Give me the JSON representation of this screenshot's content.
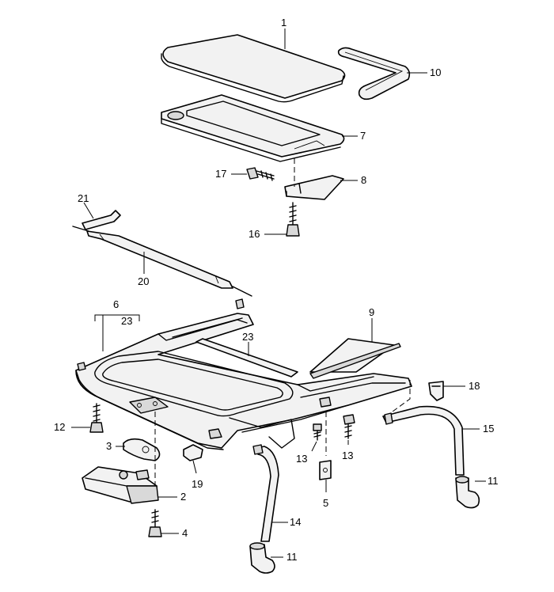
{
  "diagram": {
    "callouts": [
      {
        "id": "c1",
        "text": "1"
      },
      {
        "id": "c10",
        "text": "10"
      },
      {
        "id": "c7",
        "text": "7"
      },
      {
        "id": "c17",
        "text": "17"
      },
      {
        "id": "c8",
        "text": "8"
      },
      {
        "id": "c21",
        "text": "21"
      },
      {
        "id": "c16",
        "text": "16"
      },
      {
        "id": "c20",
        "text": "20"
      },
      {
        "id": "c6",
        "text": "6"
      },
      {
        "id": "c23a",
        "text": "23"
      },
      {
        "id": "c9",
        "text": "9"
      },
      {
        "id": "c23b",
        "text": "23"
      },
      {
        "id": "c18",
        "text": "18"
      },
      {
        "id": "c12",
        "text": "12"
      },
      {
        "id": "c15",
        "text": "15"
      },
      {
        "id": "c3",
        "text": "3"
      },
      {
        "id": "c13a",
        "text": "13"
      },
      {
        "id": "c13b",
        "text": "13"
      },
      {
        "id": "c19",
        "text": "19"
      },
      {
        "id": "c11a",
        "text": "11"
      },
      {
        "id": "c2",
        "text": "2"
      },
      {
        "id": "c5",
        "text": "5"
      },
      {
        "id": "c14",
        "text": "14"
      },
      {
        "id": "c4",
        "text": "4"
      },
      {
        "id": "c11b",
        "text": "11"
      }
    ]
  }
}
